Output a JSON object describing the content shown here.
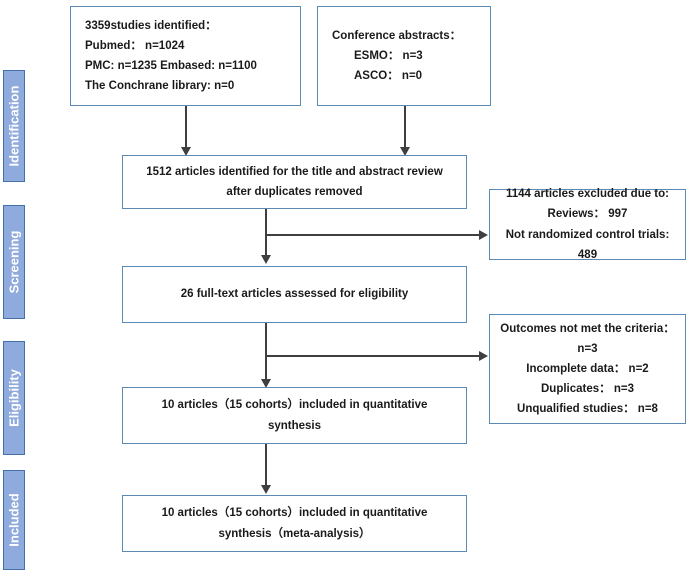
{
  "diagram": {
    "type": "prisma-flow-diagram",
    "title": "PRISMA study selection flow diagram",
    "colors": {
      "stage_bar_fill": "#8faadc",
      "stage_bar_border": "#4472a8",
      "stage_label_text": "#ffffff",
      "box_border": "#5b8bb5",
      "box_fill": "#ffffff",
      "connector": "#3f3f3f",
      "text": "#1a1a1a"
    }
  },
  "stages": [
    {
      "id": "identification",
      "label": "Identification"
    },
    {
      "id": "screening",
      "label": "Screening"
    },
    {
      "id": "eligibility",
      "label": "Eligibility"
    },
    {
      "id": "included",
      "label": "Included"
    }
  ],
  "boxes": {
    "database_search": {
      "id": "database-search-box",
      "lines": [
        "3359studies identified：",
        "Pubmed： n=1024",
        "PMC: n=1235    Embased: n=1100",
        "The Conchrane library: n=0"
      ]
    },
    "conference_abstracts": {
      "id": "conference-abstracts-box",
      "lines": [
        "Conference abstracts：",
        "ESMO： n=3",
        "ASCO： n=0"
      ]
    },
    "identified_after_duplicates": {
      "id": "identified-after-duplicates-box",
      "lines": [
        "1512 articles identified for the title and abstract review",
        "after duplicates removed"
      ]
    },
    "screening_excluded": {
      "id": "screening-excluded-box",
      "lines": [
        "1144 articles excluded due to:",
        "Reviews：  997",
        "Not randomized control trials:",
        "489"
      ]
    },
    "full_text_assessed": {
      "id": "full-text-assessed-box",
      "lines": [
        "26 full-text articles assessed for eligibility"
      ]
    },
    "eligibility_excluded": {
      "id": "eligibility-excluded-box",
      "lines": [
        "Outcomes not met the criteria：",
        "n=3",
        "Incomplete data：  n=2",
        "Duplicates：  n=3",
        "Unqualified studies：  n=8"
      ]
    },
    "quantitative_synthesis": {
      "id": "quantitative-synthesis-box",
      "lines": [
        "10 articles（15 cohorts）included in quantitative",
        "synthesis"
      ]
    },
    "meta_analysis": {
      "id": "meta-analysis-box",
      "lines": [
        "10 articles（15 cohorts）included in quantitative",
        "synthesis（meta-analysis）"
      ]
    }
  },
  "connectors": [
    {
      "id": "database-to-identified",
      "kind": "arrow-down"
    },
    {
      "id": "conference-to-identified",
      "kind": "arrow-down"
    },
    {
      "id": "identified-to-fulltext",
      "kind": "arrow-down"
    },
    {
      "id": "identified-to-screening-excluded",
      "kind": "arrow-right"
    },
    {
      "id": "fulltext-to-quantitative",
      "kind": "arrow-down"
    },
    {
      "id": "fulltext-to-eligibility-excluded",
      "kind": "arrow-right"
    },
    {
      "id": "quantitative-to-meta",
      "kind": "arrow-down"
    }
  ]
}
